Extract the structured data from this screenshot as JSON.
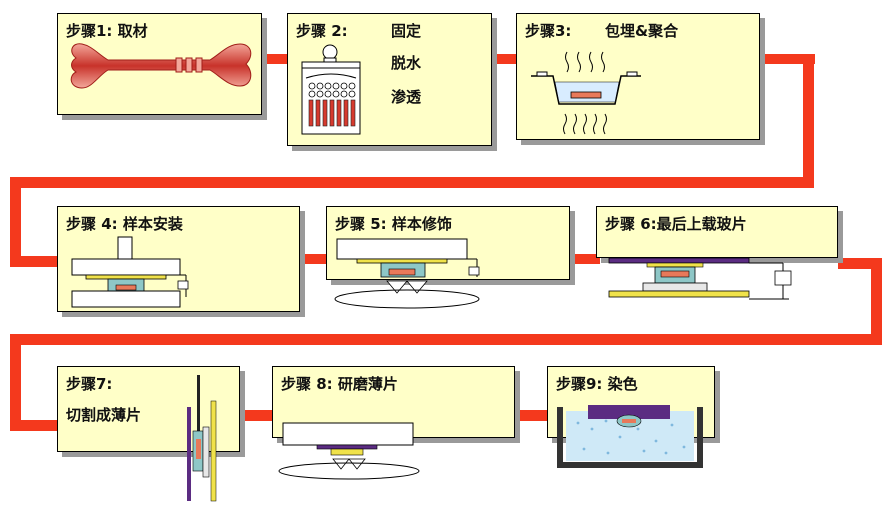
{
  "steps": [
    {
      "title": "步骤1: 取材"
    },
    {
      "title": "步骤 2:",
      "lines": [
        "固定",
        "脱水",
        "渗透"
      ]
    },
    {
      "title": "步骤3:",
      "subtitle": "包埋&聚合"
    },
    {
      "title": "步骤 4: 样本安装"
    },
    {
      "title": "步骤 5: 样本修饰"
    },
    {
      "title": "步骤 6:最后上载玻片"
    },
    {
      "title": "步骤7:",
      "subtitle": "切割成薄片"
    },
    {
      "title": "步骤 8: 研磨薄片"
    },
    {
      "title": "步骤9: 染色"
    }
  ],
  "colors": {
    "pipe": "#f4391d",
    "box": "#ffffc8",
    "shadow": "#9a9a9a"
  }
}
